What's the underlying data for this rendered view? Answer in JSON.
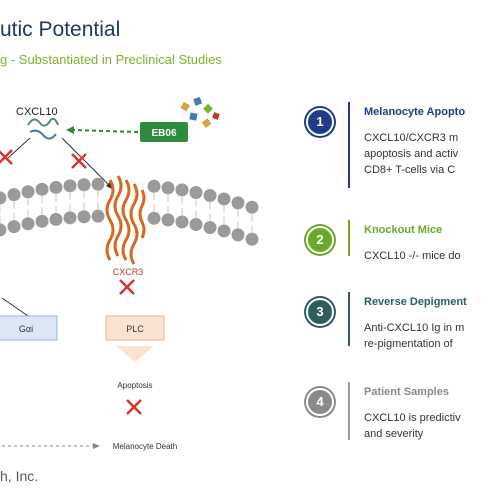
{
  "header": {
    "title": "utic Potential",
    "subtitle": "g - Substantiated in Preclinical Studies"
  },
  "footer": {
    "company": "h, Inc."
  },
  "diagram": {
    "cxcl10_label": "CXCL10",
    "drug_label": "EB06",
    "receptor_label": "CXCR3",
    "left_box_label": "Gαi",
    "right_box_label": "PLC",
    "apoptosis_label": "Apoptosis",
    "death_label": "Melanocyte Death"
  },
  "steps": [
    {
      "number": "1",
      "title": "Melanocyte Apopto",
      "lines": [
        "CXCL10/CXCR3 m",
        "apoptosis and activ",
        "CD8+ T-cells via C"
      ],
      "color": "#1f3c88",
      "line_color": "#1f3c88"
    },
    {
      "number": "2",
      "title": "Knockout Mice",
      "lines": [
        "CXCL10 -/- mice do"
      ],
      "color": "#6aaa2a",
      "line_color": "#6aaa2a"
    },
    {
      "number": "3",
      "title": "Reverse Depigment",
      "lines": [
        "Anti-CXCL10 Ig in m",
        "re-pigmentation of"
      ],
      "color": "#2e5d5d",
      "line_color": "#2e5d5d"
    },
    {
      "number": "4",
      "title": "Patient Samples",
      "lines": [
        "CXCL10 is predictiv",
        "and severity"
      ],
      "color": "#8a8a8a",
      "line_color": "#9a9a9a"
    }
  ]
}
